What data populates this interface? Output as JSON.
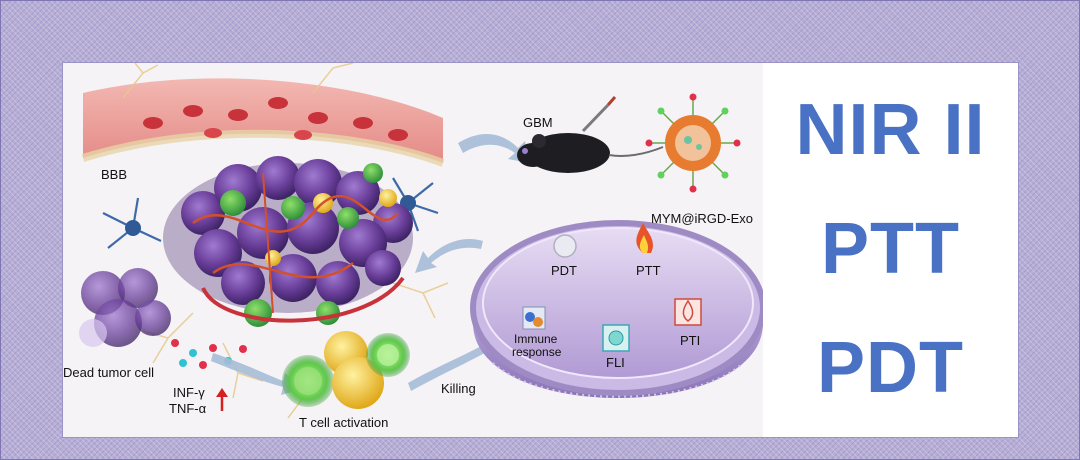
{
  "figure": {
    "labels": {
      "bbb": "BBB",
      "gbm": "GBM",
      "nanoparticle": "MYM@iRGD-Exo",
      "dead_tumor_cell": "Dead tumor cell",
      "inf_gamma": "INF-γ",
      "tnf_alpha": "TNF-α",
      "t_cell_activation": "T cell activation",
      "killing": "Killing",
      "pdt": "PDT",
      "ptt": "PTT",
      "immune_line1": "Immune",
      "immune_line2": "response",
      "fli": "FLI",
      "pti": "PTI"
    }
  },
  "headline": {
    "line1": "NIR II",
    "line2": "PTT",
    "line3": "PDT"
  },
  "colors": {
    "background": "#b7aed6",
    "headline_text": "#4a72c4",
    "tumor_purple": "#6a3f9a",
    "vessel_red": "#c8323a",
    "upregulation_arrow": "#d42020"
  }
}
